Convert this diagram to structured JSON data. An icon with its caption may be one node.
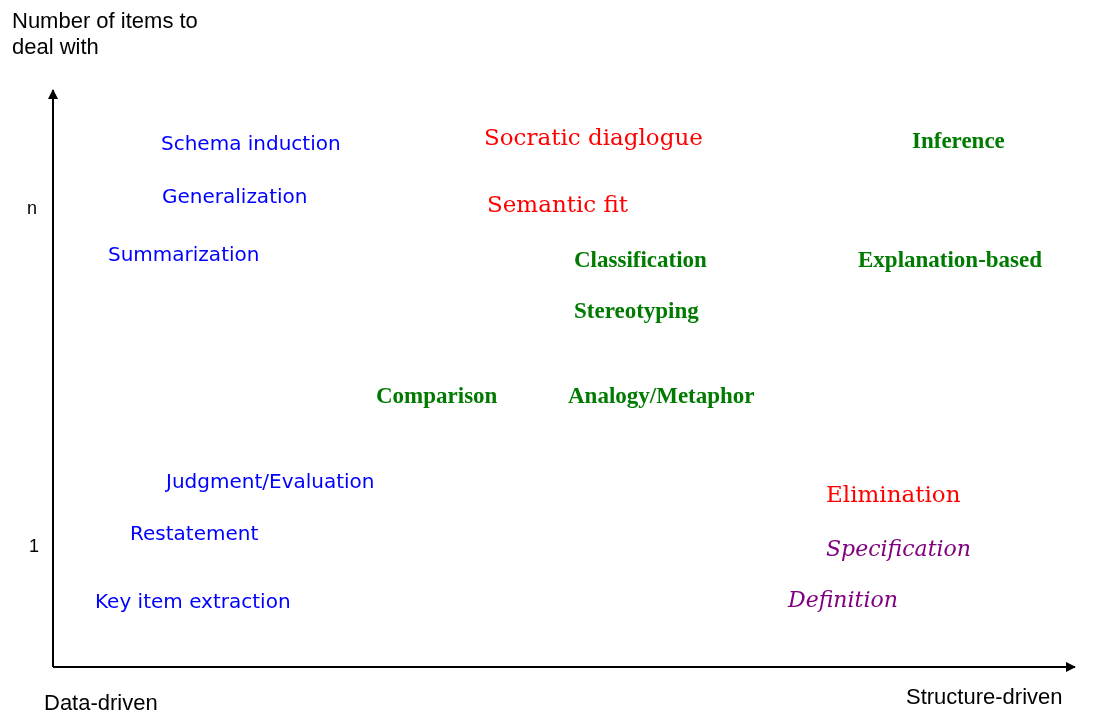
{
  "diagram": {
    "labels": [
      "Number of items to deal with",
      "Schema induction",
      "Socratic diaglogue",
      "Inference",
      "n",
      "Generalization",
      "Semantic fit",
      "Summarization",
      "Classification",
      "Explanation-based",
      "Stereotyping",
      "Comparison",
      "Analogy/Metaphor",
      "Judgment/Evaluation",
      "Elimination",
      "1",
      "Restatement",
      "Specification",
      "Key item extraction",
      "Definition",
      "Data-driven",
      "Structure-driven"
    ]
  }
}
